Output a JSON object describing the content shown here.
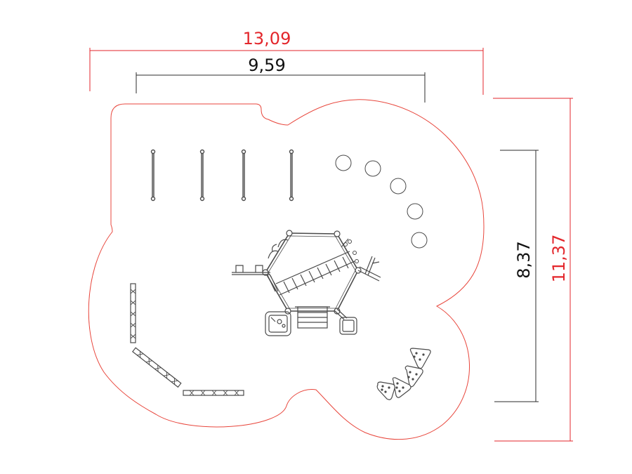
{
  "dimensions": {
    "overall_width": "13,09",
    "equipment_width": "9,59",
    "equipment_depth": "8,37",
    "overall_depth": "11,37"
  },
  "colors": {
    "safety_zone": "#e8463c",
    "overall_dim": "#e3262b",
    "equipment_dim": "#2b2b2b",
    "equipment": "#4a4a4a"
  }
}
